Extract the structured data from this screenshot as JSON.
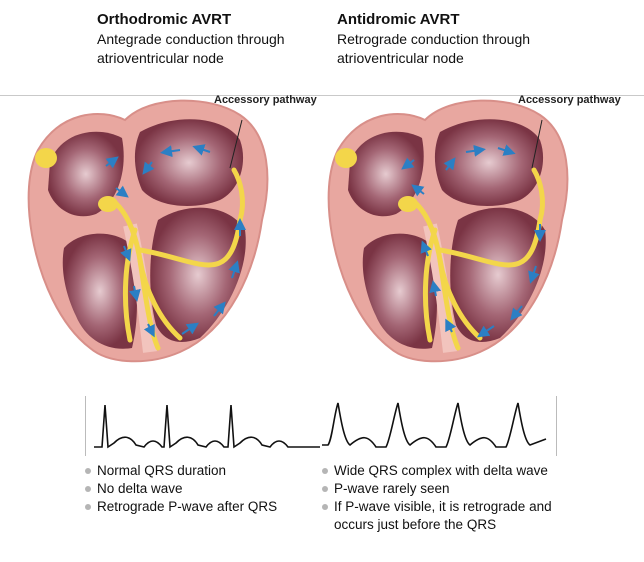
{
  "left": {
    "title": "Orthodromic AVRT",
    "subtitle": "Antegrade conduction through atrioventricular node",
    "label": "Accessory pathway",
    "bullets": [
      "Normal QRS duration",
      "No delta wave",
      "Retrograde P-wave after QRS"
    ]
  },
  "right": {
    "title": "Antidromic AVRT",
    "subtitle": "Retrograde conduction through atrioventricular node",
    "label": "Accessory pathway",
    "bullets": [
      "Wide QRS complex with delta wave",
      "P-wave rarely seen",
      "If P-wave visible, it is retrograde and occurs just before the QRS"
    ]
  },
  "colors": {
    "heart_outer": "#e8a7a0",
    "heart_wall": "#f2c4bd",
    "chamber": "#7a3444",
    "conduction": "#f3d64a",
    "arrow": "#2b7fc4"
  },
  "icons": [
    "sa-node-icon",
    "av-node-icon",
    "conduction-arrow-icon"
  ]
}
